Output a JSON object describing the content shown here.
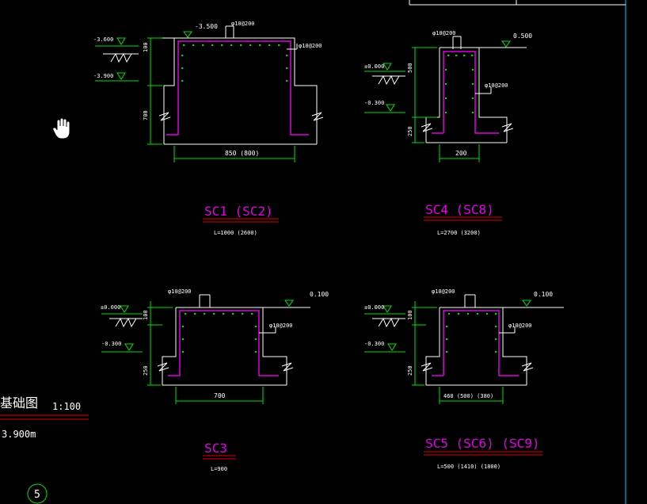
{
  "sections": {
    "sc1": {
      "title": "SC1 (SC2)",
      "length": "L=1000  (2600)",
      "elev_top": "-3.500",
      "elev_a": "-3.600",
      "elev_b": "-3.900",
      "rebar_top": "φ10@200",
      "rebar_side": "φ10@200",
      "dim_left_top": "100",
      "dim_left_bottom": "700",
      "dim_width": "850  (800)"
    },
    "sc4": {
      "title": "SC4 (SC8)",
      "length": "L=2700  (3200)",
      "elev_top": "0.500",
      "elev_a": "±0.000",
      "elev_b": "-0.300",
      "rebar_top": "φ10@200",
      "rebar_side": "φ10@200",
      "dim_left_top": "500",
      "dim_left_bottom": "250",
      "dim_width": "200"
    },
    "sc3": {
      "title": "SC3",
      "length": "L=900",
      "elev_top": "0.100",
      "elev_a": "±0.000",
      "elev_b": "-0.300",
      "rebar_top": "φ10@200",
      "rebar_side": "φ10@200",
      "dim_left_top": "100",
      "dim_left_bottom": "250",
      "dim_width": "700"
    },
    "sc5": {
      "title": "SC5 (SC6)  (SC9)",
      "length": "L=500   (1410)   (1800)",
      "elev_top": "0.100",
      "elev_a": "±0.000",
      "elev_b": "-0.300",
      "rebar_top": "φ10@200",
      "rebar_side": "φ10@200",
      "dim_left_top": "100",
      "dim_left_bottom": "250",
      "dim_width": "460  (500)  (380)"
    }
  },
  "sheet": {
    "title": "基础图",
    "scale": "1:100",
    "elevation": "3.900m",
    "number": "5"
  },
  "colors": {
    "background": "#000000",
    "dimension": "#00e000",
    "outline": "#ffffff",
    "rebar": "#e000e0",
    "underline": "#e00000",
    "frame": "#00c8ff"
  }
}
